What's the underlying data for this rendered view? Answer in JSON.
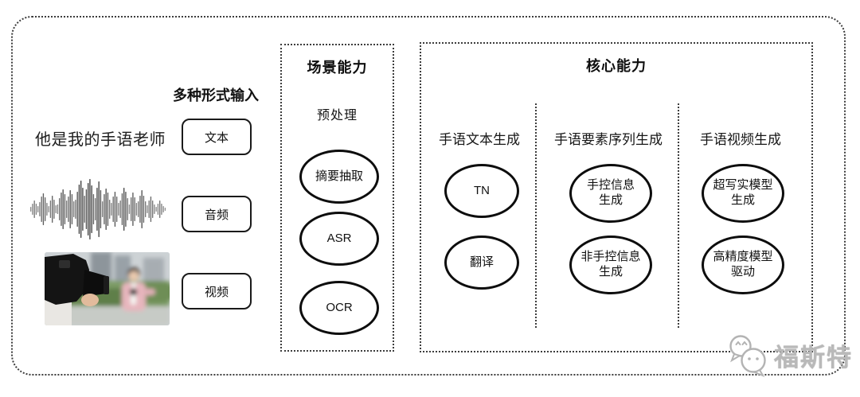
{
  "page": {
    "background": "#ffffff",
    "border_color": "#3d3d3d",
    "ink_color": "#111111"
  },
  "input_section": {
    "label": "多种形式输入",
    "text_sample": "他是我的手语老师",
    "items": [
      {
        "label": "文本"
      },
      {
        "label": "音频"
      },
      {
        "label": "视频"
      }
    ],
    "waveform_amplitudes": [
      3,
      7,
      11,
      7,
      4,
      9,
      16,
      20,
      15,
      8,
      4,
      11,
      17,
      12,
      5,
      6,
      14,
      21,
      25,
      19,
      11,
      16,
      24,
      19,
      10,
      12,
      22,
      31,
      36,
      27,
      17,
      25,
      33,
      38,
      30,
      19,
      14,
      27,
      35,
      24,
      10,
      19,
      26,
      21,
      12,
      8,
      16,
      22,
      16,
      8,
      11,
      20,
      27,
      22,
      14,
      6,
      15,
      21,
      15,
      8,
      10,
      17,
      24,
      17,
      10,
      5,
      11,
      16,
      11,
      6,
      3,
      7,
      11,
      7,
      4,
      2
    ]
  },
  "scene_section": {
    "title": "场景能力",
    "subtitle": "预处理",
    "nodes": [
      {
        "lines": [
          "摘要抽取"
        ]
      },
      {
        "lines": [
          "ASR"
        ]
      },
      {
        "lines": [
          "OCR"
        ]
      }
    ]
  },
  "core_section": {
    "title": "核心能力",
    "columns": [
      {
        "header": "手语文本生成",
        "nodes": [
          {
            "lines": [
              "TN"
            ]
          },
          {
            "lines": [
              "翻译"
            ]
          }
        ]
      },
      {
        "header": "手语要素序列生成",
        "nodes": [
          {
            "lines": [
              "手控信息",
              "生成"
            ]
          },
          {
            "lines": [
              "非手控信息",
              "生成"
            ]
          }
        ]
      },
      {
        "header": "手语视频生成",
        "nodes": [
          {
            "lines": [
              "超写实模型",
              "生成"
            ]
          },
          {
            "lines": [
              "高精度模型",
              "驱动"
            ]
          }
        ]
      }
    ]
  },
  "watermark": {
    "text": "福斯特",
    "icon": "chat-bubbles-icon"
  }
}
